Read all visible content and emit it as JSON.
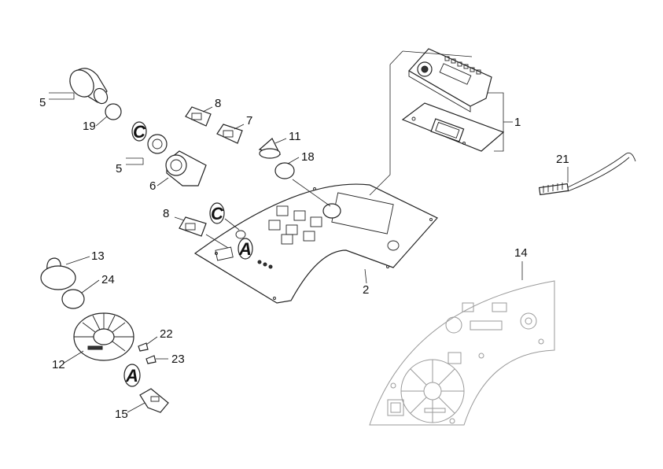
{
  "callouts": [
    "1",
    "2",
    "5",
    "5",
    "6",
    "7",
    "8",
    "8",
    "11",
    "12",
    "13",
    "14",
    "15",
    "18",
    "19",
    "21",
    "22",
    "23",
    "24"
  ],
  "letters": [
    "C",
    "C",
    "A",
    "A"
  ]
}
